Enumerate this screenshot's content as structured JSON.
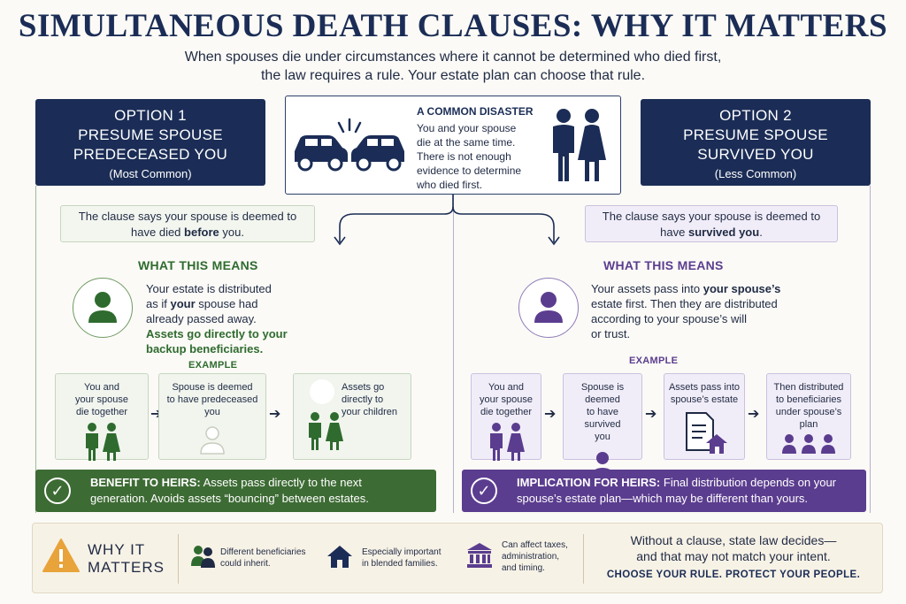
{
  "header": {
    "title": "SIMULTANEOUS DEATH CLAUSES: WHY IT MATTERS",
    "subtitle_line1": "When spouses die under circumstances where it cannot be determined who died first,",
    "subtitle_line2": "the law requires a rule. Your estate plan can choose that rule."
  },
  "disaster": {
    "heading": "A COMMON DISASTER",
    "line1": "You and your spouse",
    "line2": "die at the same time.",
    "line3": "There is not enough",
    "line4": "evidence to determine",
    "line5": "who died first."
  },
  "option1": {
    "number": "OPTION 1",
    "title_line1": "PRESUME SPOUSE",
    "title_line2": "PREDECEASED YOU",
    "note": "(Most Common)",
    "clause_line1": "The clause says your spouse is deemed to",
    "clause_line2_pre": "have died ",
    "clause_line2_bold": "before",
    "clause_line2_post": " you.",
    "means_heading": "WHAT THIS MEANS",
    "means_line1": "Your estate is distributed",
    "means_line2_pre": "as if ",
    "means_line2_bold": "your",
    "means_line2_post": " spouse had",
    "means_line3": "already passed away.",
    "means_bold1": "Assets go directly to your",
    "means_bold2": "backup beneficiaries.",
    "example_label": "EXAMPLE",
    "steps": [
      {
        "l1": "You and",
        "l2": "your spouse",
        "l3": "die together"
      },
      {
        "l1": "Spouse is deemed",
        "l2": "to have predeceased",
        "l3": "you"
      },
      {
        "l1": "Assets go",
        "l2": "directly to",
        "l3": "your children"
      }
    ],
    "banner_bold": "BENEFIT TO HEIRS:",
    "banner_text1": " Assets pass directly to the next",
    "banner_text2": "generation. Avoids assets “bouncing” between estates."
  },
  "option2": {
    "number": "OPTION 2",
    "title_line1": "PRESUME SPOUSE",
    "title_line2": "SURVIVED YOU",
    "note": "(Less Common)",
    "clause_line1": "The clause says your spouse is deemed to",
    "clause_line2_pre": "have ",
    "clause_line2_bold": "survived you",
    "clause_line2_post": ".",
    "means_heading": "WHAT THIS MEANS",
    "means_line1_pre": "Your assets pass into ",
    "means_line1_bold": "your spouse’s",
    "means_line2": "estate first. Then they are distributed",
    "means_line3": "according to your spouse’s will",
    "means_line4": "or trust.",
    "example_label": "EXAMPLE",
    "steps": [
      {
        "l1": "You and",
        "l2": "your spouse",
        "l3": "die together"
      },
      {
        "l1": "Spouse is deemed",
        "l2": "to have survived",
        "l3": "you"
      },
      {
        "l1": "Assets pass into",
        "l2": "spouse’s estate",
        "l3": ""
      },
      {
        "l1": "Then distributed",
        "l2": "to beneficiaries",
        "l3": "under spouse’s",
        "l4": "plan"
      }
    ],
    "banner_bold": "IMPLICATION FOR HEIRS:",
    "banner_text1": " Final distribution depends on your",
    "banner_text2": "spouse’s estate plan—which may be different than yours."
  },
  "why": {
    "title_line1": "WHY IT",
    "title_line2": "MATTERS",
    "item1_l1": "Different beneficiaries",
    "item1_l2": "could inherit.",
    "item2_l1": "Especially important",
    "item2_l2": "in blended families.",
    "item3_l1": "Can affect taxes,",
    "item3_l2": "administration,",
    "item3_l3": "and timing.",
    "closing_l1": "Without a clause, state law decides—",
    "closing_l2": "and that may not match your intent.",
    "cta": "CHOOSE YOUR RULE. PROTECT YOUR PEOPLE."
  },
  "colors": {
    "navy": "#1b2d56",
    "green": "#3d6b34",
    "purple": "#5b3d8f",
    "warning": "#e8a33a"
  }
}
